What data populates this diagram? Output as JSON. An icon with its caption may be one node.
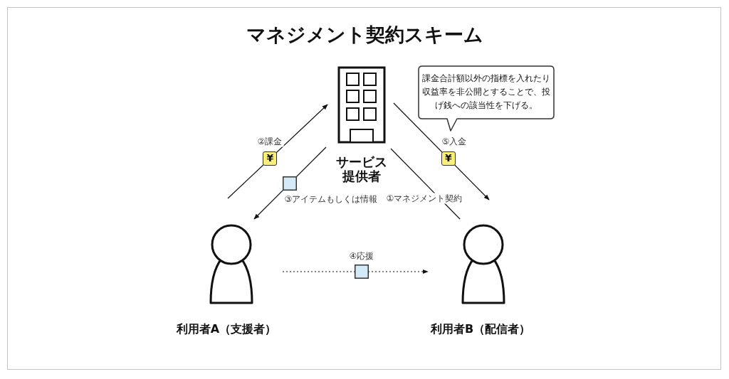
{
  "diagram": {
    "title": "マネジメント契約スキーム",
    "nodes": [
      {
        "text": [
          "サービス提供者"
        ]
      },
      {
        "text": [
          "課金合計額以外の指標を入れたり収益率を非公開とすることで、投げ銭への該当性を下げる。"
        ]
      },
      {
        "text": [
          "利用者A（支援者）"
        ]
      },
      {
        "text": [
          "利用者B（配信者）"
        ]
      }
    ],
    "edges": [
      {
        "from": 0,
        "to": 3,
        "arrow": "none",
        "label": "①マネジメント契約"
      },
      {
        "from": 2,
        "to": 0,
        "arrow": "to",
        "label": "②課金"
      },
      {
        "from": 0,
        "to": 2,
        "arrow": "to",
        "label": "③アイテムもしくは情報"
      },
      {
        "from": 2,
        "to": 3,
        "arrow": "to",
        "label": "④応援",
        "style": "dashed"
      },
      {
        "from": 0,
        "to": 3,
        "arrow": "to",
        "label": "⑤入金"
      }
    ],
    "labels": [
      "¥",
      "¥"
    ]
  }
}
